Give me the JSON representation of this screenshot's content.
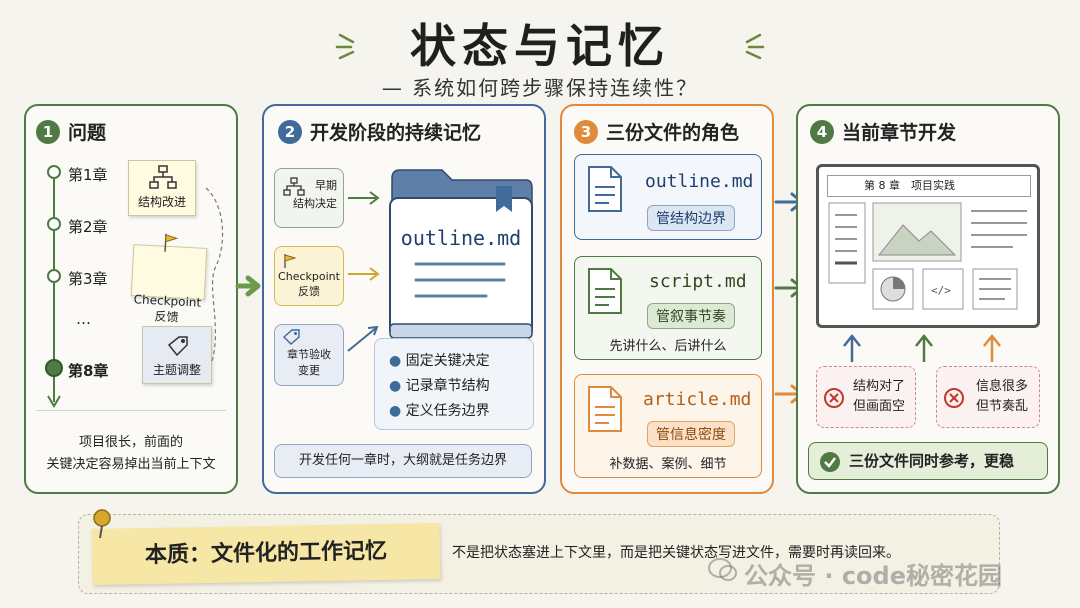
{
  "title": "状态与记忆",
  "subtitle": "— 系统如何跨步骤保持连续性？",
  "panel1": {
    "number": "1",
    "title": "问题",
    "chapters": [
      "第1章",
      "第2章",
      "第3章",
      "…",
      "第8章"
    ],
    "notes": [
      "结构改进",
      "Checkpoint\n反馈",
      "主题调整"
    ],
    "caption_line1": "项目很长，前面的",
    "caption_line2": "关键决定容易掉出当前上下文"
  },
  "panel2": {
    "number": "2",
    "title": "开发阶段的持续记忆",
    "items": [
      "早期\n结构决定",
      "Checkpoint\n反馈",
      "章节验收\n变更"
    ],
    "folder_label": "outline.md",
    "bullets": [
      "固定关键决定",
      "记录章节结构",
      "定义任务边界"
    ],
    "footer": "开发任何一章时，大纲就是任务边界"
  },
  "panel3": {
    "number": "3",
    "title": "三份文件的角色",
    "files": [
      {
        "name": "outline.md",
        "tag": "管结构边界",
        "desc": ""
      },
      {
        "name": "script.md",
        "tag": "管叙事节奏",
        "desc": "先讲什么、后讲什么"
      },
      {
        "name": "article.md",
        "tag": "管信息密度",
        "desc": "补数据、案例、细节"
      }
    ]
  },
  "panel4": {
    "number": "4",
    "title": "当前章节开发",
    "screen_title": "第 8 章　项目实践",
    "warnings": [
      "结构对了\n但画面空",
      "信息很多\n但节奏乱"
    ],
    "success": "三份文件同时参考，更稳"
  },
  "bottom": {
    "label": "本质：文件化的工作记忆",
    "text": "不是把状态塞进上下文里，而是把关键状态写进文件，需要时再读回来。",
    "watermark": "公众号 · code秘密花园"
  },
  "colors": {
    "green": "#4f7a43",
    "blue": "#3f6a9a",
    "orange": "#e08a3c",
    "red": "#c0392b"
  }
}
